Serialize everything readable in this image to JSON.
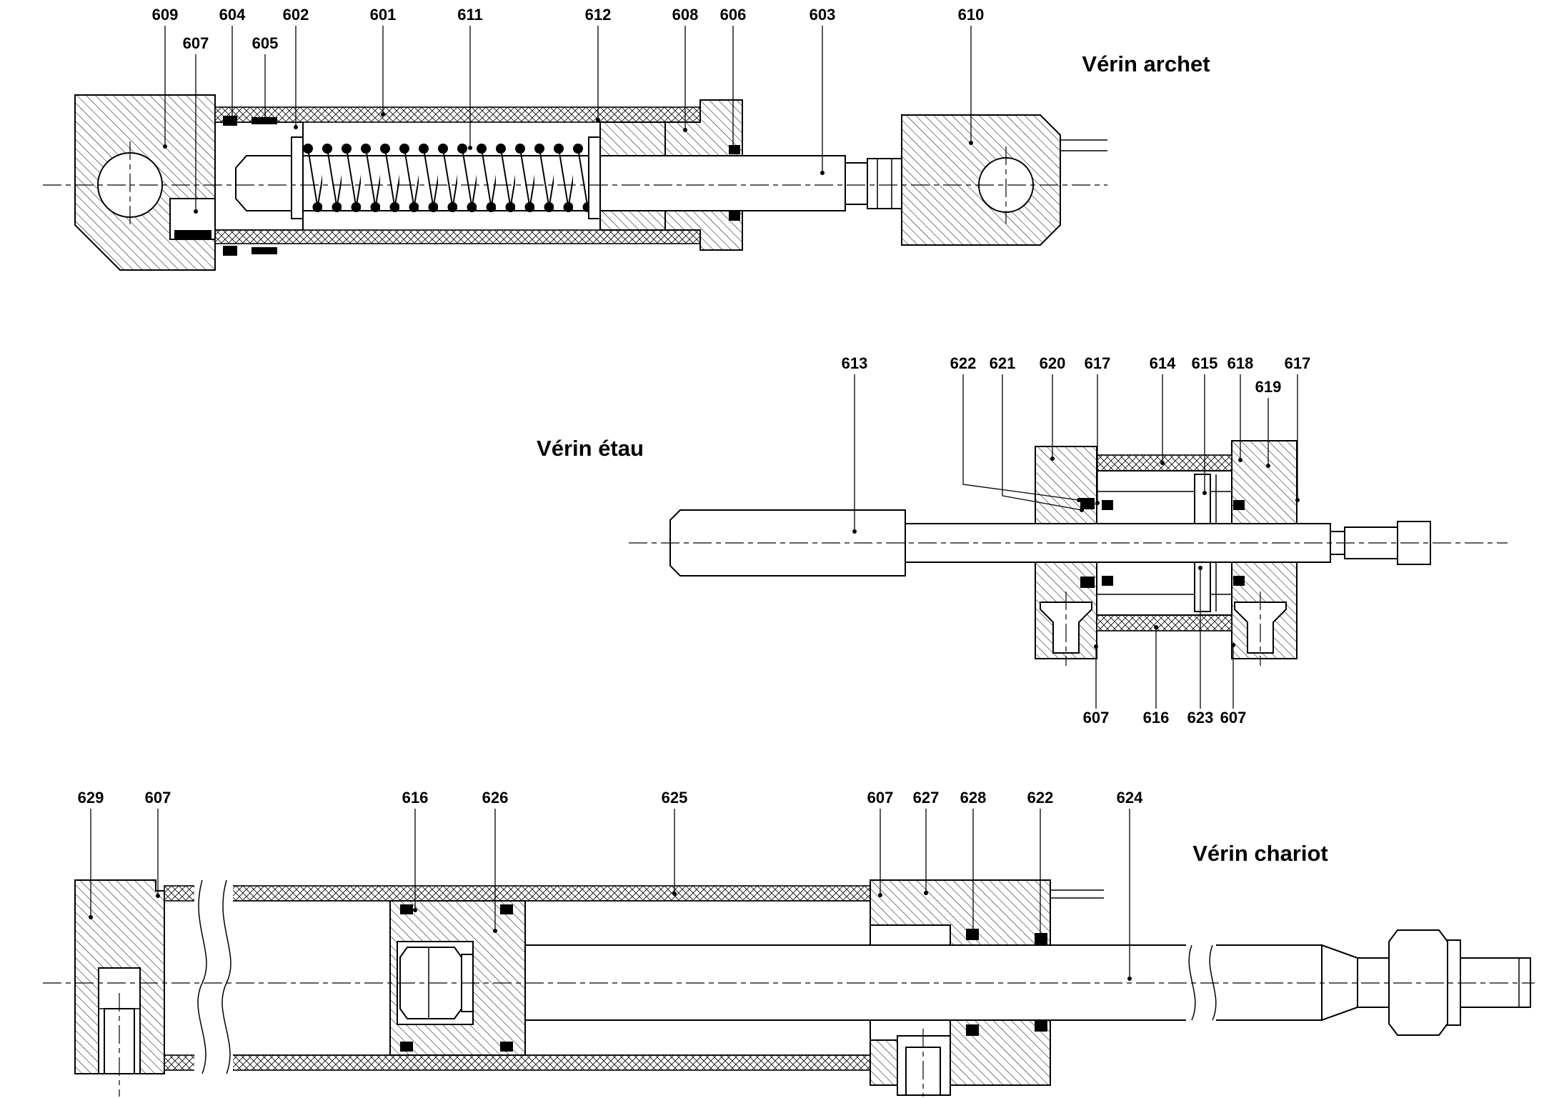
{
  "page": {
    "background": "#ffffff",
    "ink": "#000000"
  },
  "drawings": {
    "archet": {
      "title": "Vérin archet",
      "labels": [
        "609",
        "607",
        "604",
        "605",
        "602",
        "601",
        "611",
        "612",
        "608",
        "606",
        "603",
        "610"
      ]
    },
    "etau": {
      "title": "Vérin étau",
      "labels_top": [
        "613",
        "622",
        "621",
        "620",
        "617",
        "614",
        "615",
        "618",
        "619",
        "617"
      ],
      "labels_bottom": [
        "607",
        "616",
        "623",
        "607"
      ]
    },
    "chariot": {
      "title": "Vérin chariot",
      "labels": [
        "629",
        "607",
        "616",
        "626",
        "625",
        "607",
        "627",
        "628",
        "622",
        "624"
      ]
    }
  }
}
